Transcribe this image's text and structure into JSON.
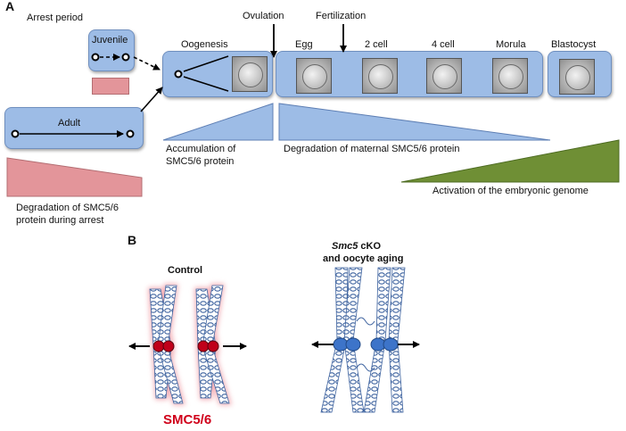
{
  "panel_a": {
    "label": "A",
    "arrest_period": "Arrest period",
    "juvenile": "Juvenile",
    "adult": "Adult",
    "oogenesis": "Oogenesis",
    "ovulation": "Ovulation",
    "fertilization": "Fertilization",
    "stages": [
      "Egg",
      "2 cell",
      "4 cell",
      "Morula",
      "Blastocyst"
    ],
    "accumulation": [
      "Accumulation of",
      "SMC5/6 protein"
    ],
    "degradation_maternal": "Degradation of maternal SMC5/6 protein",
    "activation": "Activation of the embryonic genome",
    "degradation_arrest": [
      "Degradation of SMC5/6",
      "protein during arrest"
    ]
  },
  "panel_b": {
    "label": "B",
    "control": "Control",
    "cko_italic": "Smc5",
    "cko_rest": " cKO",
    "cko_line2": "and oocyte aging",
    "smc_label": "SMC5/6"
  },
  "colors": {
    "box_fill": "#9dbce6",
    "pink": "#e3959a",
    "green": "#6f8f35",
    "chromosome": "#3f64a0",
    "smc_red": "#d0021b"
  }
}
